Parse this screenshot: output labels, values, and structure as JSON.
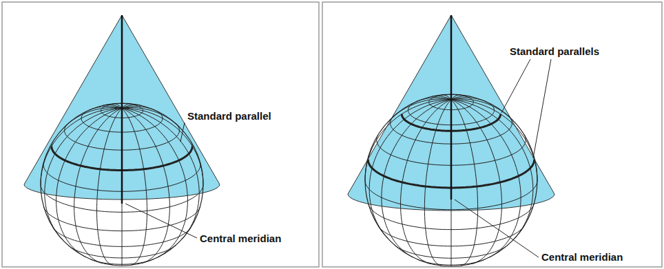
{
  "diagram": {
    "labels": [
      "Standard parallel",
      "Central meridian",
      "Standard parallels",
      "Central meridian"
    ]
  }
}
